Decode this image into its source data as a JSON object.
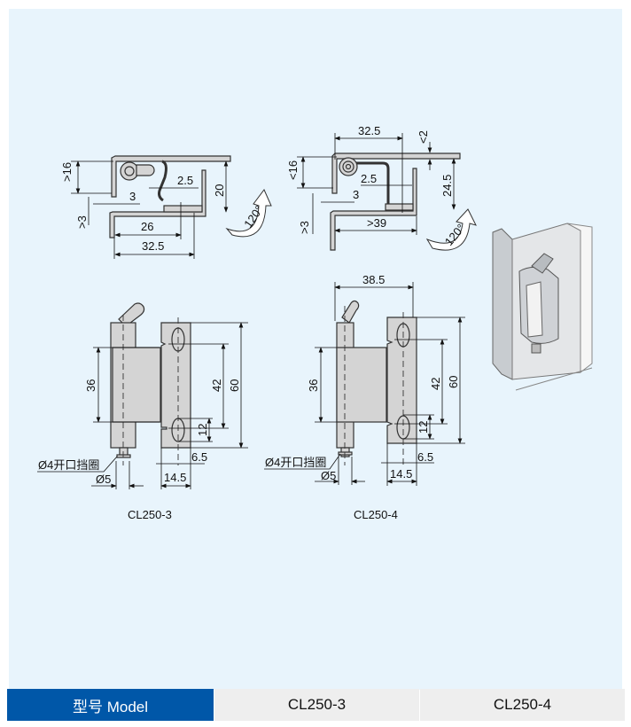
{
  "side_view_cl250_3": {
    "dims": {
      "gt16": ">16",
      "d20": "20",
      "d2_5": "2.5",
      "d3": "3",
      "gt3": ">3",
      "d26": "26",
      "d32_5": "32.5"
    },
    "angle": "120°"
  },
  "side_view_cl250_4": {
    "dims": {
      "d32_5": "32.5",
      "lt2": "<2",
      "lt16": "<16",
      "d24_5": "24.5",
      "d2_5": "2.5",
      "d3": "3",
      "gt3": ">3",
      "gt39": ">39"
    },
    "angle": "120°"
  },
  "front_view_cl250_3": {
    "dims": {
      "d36": "36",
      "d42": "42",
      "d60": "60",
      "d12": "12",
      "d6_5": "6.5",
      "d14_5": "14.5",
      "phi5": "Ø5"
    },
    "callout": "Ø4开口挡圈",
    "caption": "CL250-3"
  },
  "front_view_cl250_4": {
    "dims": {
      "d38_5": "38.5",
      "d36": "36",
      "d42": "42",
      "d60": "60",
      "d12": "12",
      "d6_5": "6.5",
      "d14_5": "14.5",
      "phi5": "Ø5"
    },
    "callout": "Ø4开口挡圈",
    "caption": "CL250-4"
  },
  "table": {
    "header": "型号 Model",
    "models": [
      "CL250-3",
      "CL250-4"
    ]
  },
  "colors": {
    "panel": "#e8f4fc",
    "header": "#0057a8",
    "cell": "#eeeeee"
  }
}
